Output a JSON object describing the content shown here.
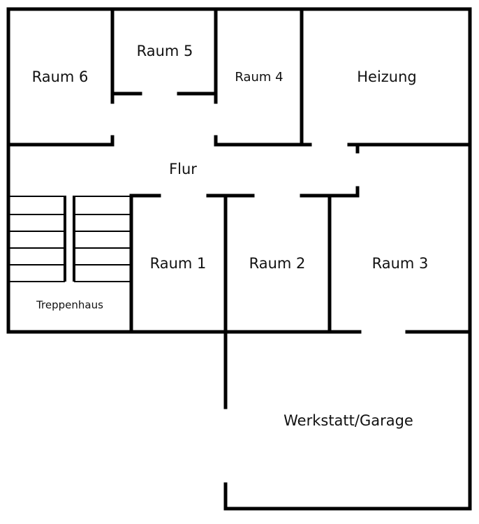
{
  "rooms": {
    "raum6": "Raum 6",
    "raum5": "Raum 5",
    "raum4": "Raum 4",
    "heizung": "Heizung",
    "flur": "Flur",
    "raum1": "Raum 1",
    "raum2": "Raum 2",
    "raum3": "Raum 3",
    "treppenhaus": "Treppenhaus",
    "werkstatt": "Werkstatt/Garage"
  }
}
